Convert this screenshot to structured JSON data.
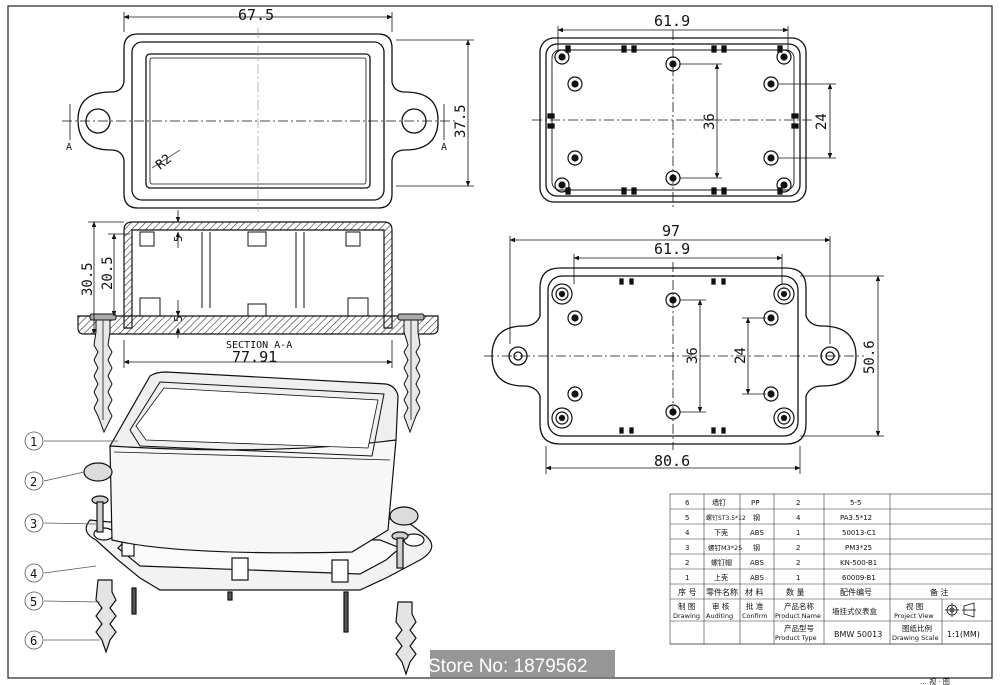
{
  "dimensions": {
    "top_left_width": "67.5",
    "top_left_height": "37.5",
    "radius": "R2",
    "section_mark": "A",
    "top_right_width": "61.9",
    "top_right_spacing_outer": "36",
    "top_right_spacing_inner": "24",
    "wall_height_total": "30.5",
    "wall_height_inner": "20.5",
    "wall_thickness_top": "5",
    "wall_thickness_bottom": "5",
    "section_label": "SECTION A-A",
    "section_width": "77.91",
    "bottom_total_width": "97",
    "bottom_inner_width": "61.9",
    "bottom_spacing_outer": "36",
    "bottom_spacing_inner": "24",
    "bottom_height": "50.6",
    "bottom_body_width": "80.6"
  },
  "callouts": [
    "1",
    "2",
    "3",
    "4",
    "5",
    "6"
  ],
  "bom": {
    "rows": [
      {
        "no": "6",
        "name": "墙钉",
        "material": "PP",
        "qty": "2",
        "code": "5-5"
      },
      {
        "no": "5",
        "name": "螺钉ST3.5*12",
        "material": "钢",
        "qty": "4",
        "code": "PA3.5*12"
      },
      {
        "no": "4",
        "name": "下壳",
        "material": "ABS",
        "qty": "1",
        "code": "50013-C1"
      },
      {
        "no": "3",
        "name": "螺钉M3*25",
        "material": "钢",
        "qty": "2",
        "code": "PM3*25"
      },
      {
        "no": "2",
        "name": "螺钉帽",
        "material": "ABS",
        "qty": "2",
        "code": "KN-500-B1"
      },
      {
        "no": "1",
        "name": "上壳",
        "material": "ABS",
        "qty": "1",
        "code": "60009-B1"
      }
    ],
    "header": {
      "no": "序 号",
      "name": "零件名称",
      "material": "材 料",
      "qty": "数 量",
      "code": "配件编号",
      "remark": "备 注"
    },
    "sign": {
      "drawing_cn": "制 图",
      "drawing_en": "Drawing",
      "auditing_cn": "审 核",
      "auditing_en": "Auditing",
      "confirm_cn": "批 准",
      "confirm_en": "Confirm",
      "product_name_cn": "产品名称",
      "product_name_en": "Product Name",
      "product_name_value": "墙挂式仪表盒",
      "project_view_cn": "视 图",
      "project_view_en": "Project View",
      "product_type_cn": "产品型号",
      "product_type_en": "Product Type",
      "product_type_value": "BMW 50013",
      "scale_cn": "图纸比例",
      "scale_en": "Drawing Scale",
      "scale_value": "1:1(MM)"
    }
  },
  "watermark": "Store No: 1879562",
  "corner_text": "… 视 · 图"
}
